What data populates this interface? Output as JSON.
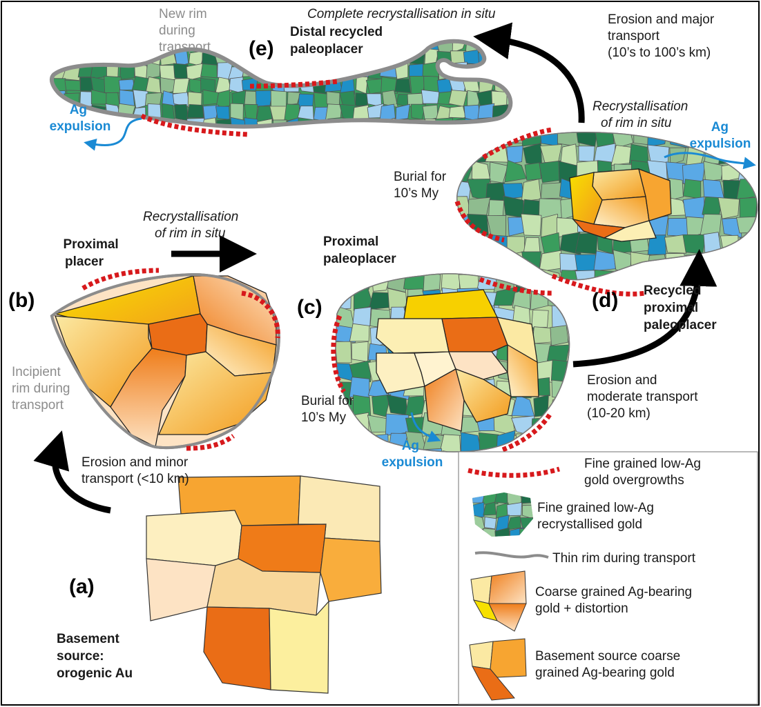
{
  "panels": {
    "a": {
      "letter": "(a)",
      "title": [
        "Basement",
        "source:",
        "orogenic Au"
      ]
    },
    "b": {
      "letter": "(b)",
      "title": [
        "Proximal",
        "placer"
      ]
    },
    "c": {
      "letter": "(c)",
      "title": [
        "Proximal",
        "paleoplacer"
      ]
    },
    "d": {
      "letter": "(d)",
      "title": [
        "Recycled",
        "proximal",
        "paleoplacer"
      ]
    },
    "e": {
      "letter": "(e)",
      "title": [
        "Distal recycled",
        "paleoplacer"
      ]
    }
  },
  "process_labels": {
    "a_to_b": [
      "Erosion and minor",
      "transport (<10 km)"
    ],
    "b_to_c": [
      "Recrystallisation",
      "of rim in situ"
    ],
    "c_to_d": [
      "Erosion and",
      "moderate transport",
      "(10-20 km)"
    ],
    "d_to_e": [
      "Erosion and major",
      "transport",
      "(10’s to 100’s km)"
    ],
    "d_recryst": [
      "Recrystallisation",
      "of rim in situ"
    ],
    "e_complete": "Complete recrystallisation in situ"
  },
  "burial": {
    "c": [
      "Burial for",
      "10’s My"
    ],
    "d": [
      "Burial for",
      "10’s My"
    ]
  },
  "rim_notes": {
    "b_incipient": [
      "Incipient",
      "rim during",
      "transport"
    ],
    "e_new_rim": [
      "New rim",
      "during",
      "transport"
    ]
  },
  "ag_expulsion": {
    "c": [
      "Ag",
      "expulsion"
    ],
    "d": [
      "Ag",
      "expulsion"
    ],
    "e": [
      "Ag",
      "expulsion"
    ]
  },
  "legend": {
    "items": [
      {
        "key": "overgrowth",
        "lines": [
          "Fine grained low-Ag",
          "gold overgrowths"
        ]
      },
      {
        "key": "recrystallised",
        "lines": [
          "Fine grained low-Ag",
          "recrystallised gold"
        ]
      },
      {
        "key": "thin_rim",
        "lines": [
          "Thin rim during transport"
        ]
      },
      {
        "key": "coarse_distortion",
        "lines": [
          "Coarse grained Ag-bearing",
          "gold + distortion"
        ]
      },
      {
        "key": "basement_coarse",
        "lines": [
          "Basement source coarse",
          "grained Ag-bearing gold"
        ]
      }
    ]
  },
  "colors": {
    "overgrowth_red": "#d7191c",
    "rim_grey": "#8c8c8c",
    "arrow": "#000000",
    "ag_blue": "#1a8ad4",
    "fine_palette": [
      "#2e8b57",
      "#1e90c8",
      "#8fbc8f",
      "#b8d8a0",
      "#5aa9e6",
      "#3a9d5d",
      "#c5e3b0",
      "#a6d2f0",
      "#1f6e4a",
      "#9ccc9c"
    ],
    "gold_light": "#fbe9a3",
    "gold_mid": "#f9b54a",
    "gold_dark": "#ef7d1a",
    "gold_yellow": "#f7e000"
  }
}
